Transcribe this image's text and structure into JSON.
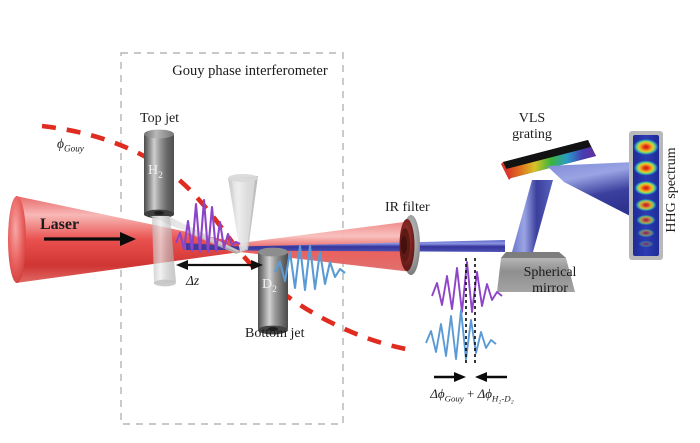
{
  "figure": {
    "kind": "optical-setup-schematic",
    "title": "Gouy phase interferometer",
    "background_color": "#ffffff",
    "enclosure": {
      "label": "Gouy phase interferometer",
      "style": "dashed-rectangle",
      "color": "#b0b0b0"
    }
  },
  "labels": {
    "title": "Gouy phase interferometer",
    "top_jet": "Top jet",
    "bottom_jet": "Bottom jet",
    "laser": "Laser",
    "gouy_phase": "ϕ",
    "gouy_phase_sub": "Gouy",
    "separation": "Δz",
    "gas_top": "H",
    "gas_top_sub": "2",
    "gas_bottom": "D",
    "gas_bottom_sub": "2",
    "ir_filter": "IR filter",
    "vls_grating": "VLS\ngrating",
    "vls_grating_line1": "VLS",
    "vls_grating_line2": "grating",
    "spherical_mirror_line1": "Spherical",
    "spherical_mirror_line2": "mirror",
    "hhg_spectrum": "HHG spectrum",
    "phase_shift_prefix": "Δϕ",
    "phase_shift_sub1": "Gouy",
    "phase_shift_plus": " + ",
    "phase_shift_prefix2": "Δϕ",
    "phase_shift_sub2": "H₂-D₂",
    "phase_shift_full": "Δϕ_Gouy + Δϕ_H2-D2"
  },
  "colors": {
    "laser_beam": "#e8494a",
    "laser_beam_light": "#f5a9a8",
    "harmonic_beam": "#3a3a9e",
    "harmonic_beam_light": "#6f7fd0",
    "gouy_curve": "#e02b20",
    "wave_h2": "#8e44c8",
    "wave_d2": "#5b9bd5",
    "nozzle_body": "#6b6b6b",
    "nozzle_highlight": "#c9c9c9",
    "gas_cone": "#cfcfcf",
    "mirror_gray": "#9a9a9a",
    "grating_dark": "#0d0d0d",
    "detector_blue": "#2b3fb0",
    "detector_hot": "#d01a0a",
    "enclosure_dash": "#b5b5b5"
  },
  "components": [
    {
      "name": "laser-beam",
      "type": "beam",
      "description": "converging red laser cone entering from left"
    },
    {
      "name": "top-jet-nozzle",
      "type": "nozzle",
      "gas": "H2",
      "orientation": "downward"
    },
    {
      "name": "bottom-jet-nozzle",
      "type": "nozzle",
      "gas": "D2",
      "orientation": "upward"
    },
    {
      "name": "ir-filter",
      "type": "filter",
      "description": "blocks IR, transmits harmonics"
    },
    {
      "name": "spherical-mirror",
      "type": "mirror"
    },
    {
      "name": "vls-grating",
      "type": "grating",
      "description": "variable line spacing grating"
    },
    {
      "name": "hhg-detector",
      "type": "detector",
      "description": "HHG spectrum on MCP detector"
    }
  ],
  "hhg_spectrum": {
    "orientation": "vertical",
    "spot_count": 7,
    "spots": [
      {
        "index": 1,
        "relative_intensity": 1.0
      },
      {
        "index": 2,
        "relative_intensity": 0.95
      },
      {
        "index": 3,
        "relative_intensity": 0.9
      },
      {
        "index": 4,
        "relative_intensity": 0.72
      },
      {
        "index": 5,
        "relative_intensity": 0.55
      },
      {
        "index": 6,
        "relative_intensity": 0.3
      },
      {
        "index": 7,
        "relative_intensity": 0.15
      }
    ]
  },
  "waveforms": {
    "h2_packet": {
      "color": "#8e44c8",
      "cycles": 6,
      "location": "above-beam-near-top-jet"
    },
    "d2_packet": {
      "color": "#5b9bd5",
      "cycles": 5,
      "location": "below-beam-after-focus"
    },
    "compare_h2": {
      "color": "#8e44c8",
      "cycles": 5,
      "location": "phase-comparison-upper"
    },
    "compare_d2": {
      "color": "#5b9bd5",
      "cycles": 5,
      "location": "phase-comparison-lower"
    }
  }
}
